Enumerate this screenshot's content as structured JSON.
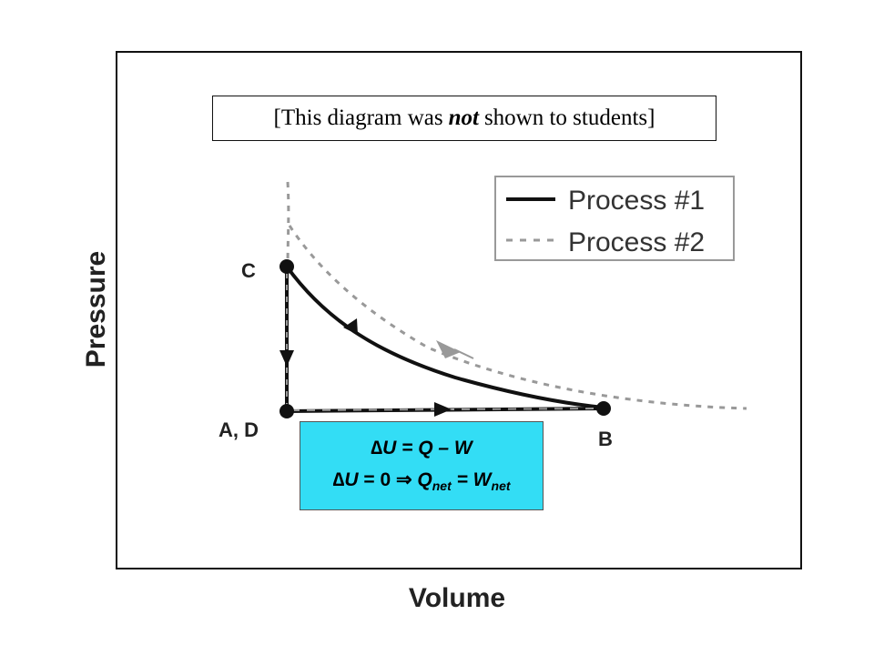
{
  "note": {
    "before": "[This diagram was",
    "emph": "not",
    "after": "shown to students]"
  },
  "axes": {
    "ylabel": "Pressure",
    "xlabel": "Volume"
  },
  "legend": {
    "items": [
      {
        "label": "Process #1",
        "style": "solid",
        "color": "#111111"
      },
      {
        "label": "Process #2",
        "style": "dashed",
        "color": "#999999"
      }
    ]
  },
  "points": {
    "C": "C",
    "AD": "A, D",
    "B": "B"
  },
  "equations": {
    "line1": {
      "delta": "∆",
      "u": "U",
      "rest": " = Q – W"
    },
    "line2": {
      "delta": "∆",
      "u": "U",
      "zero": " = 0 ",
      "implies": "⇒",
      "q": " Q",
      "qsub": "net",
      "eq": " = W",
      "wsub": "net"
    }
  },
  "colors": {
    "equation_box": "#33ddf5",
    "process1": "#111111",
    "process2": "#999999"
  }
}
